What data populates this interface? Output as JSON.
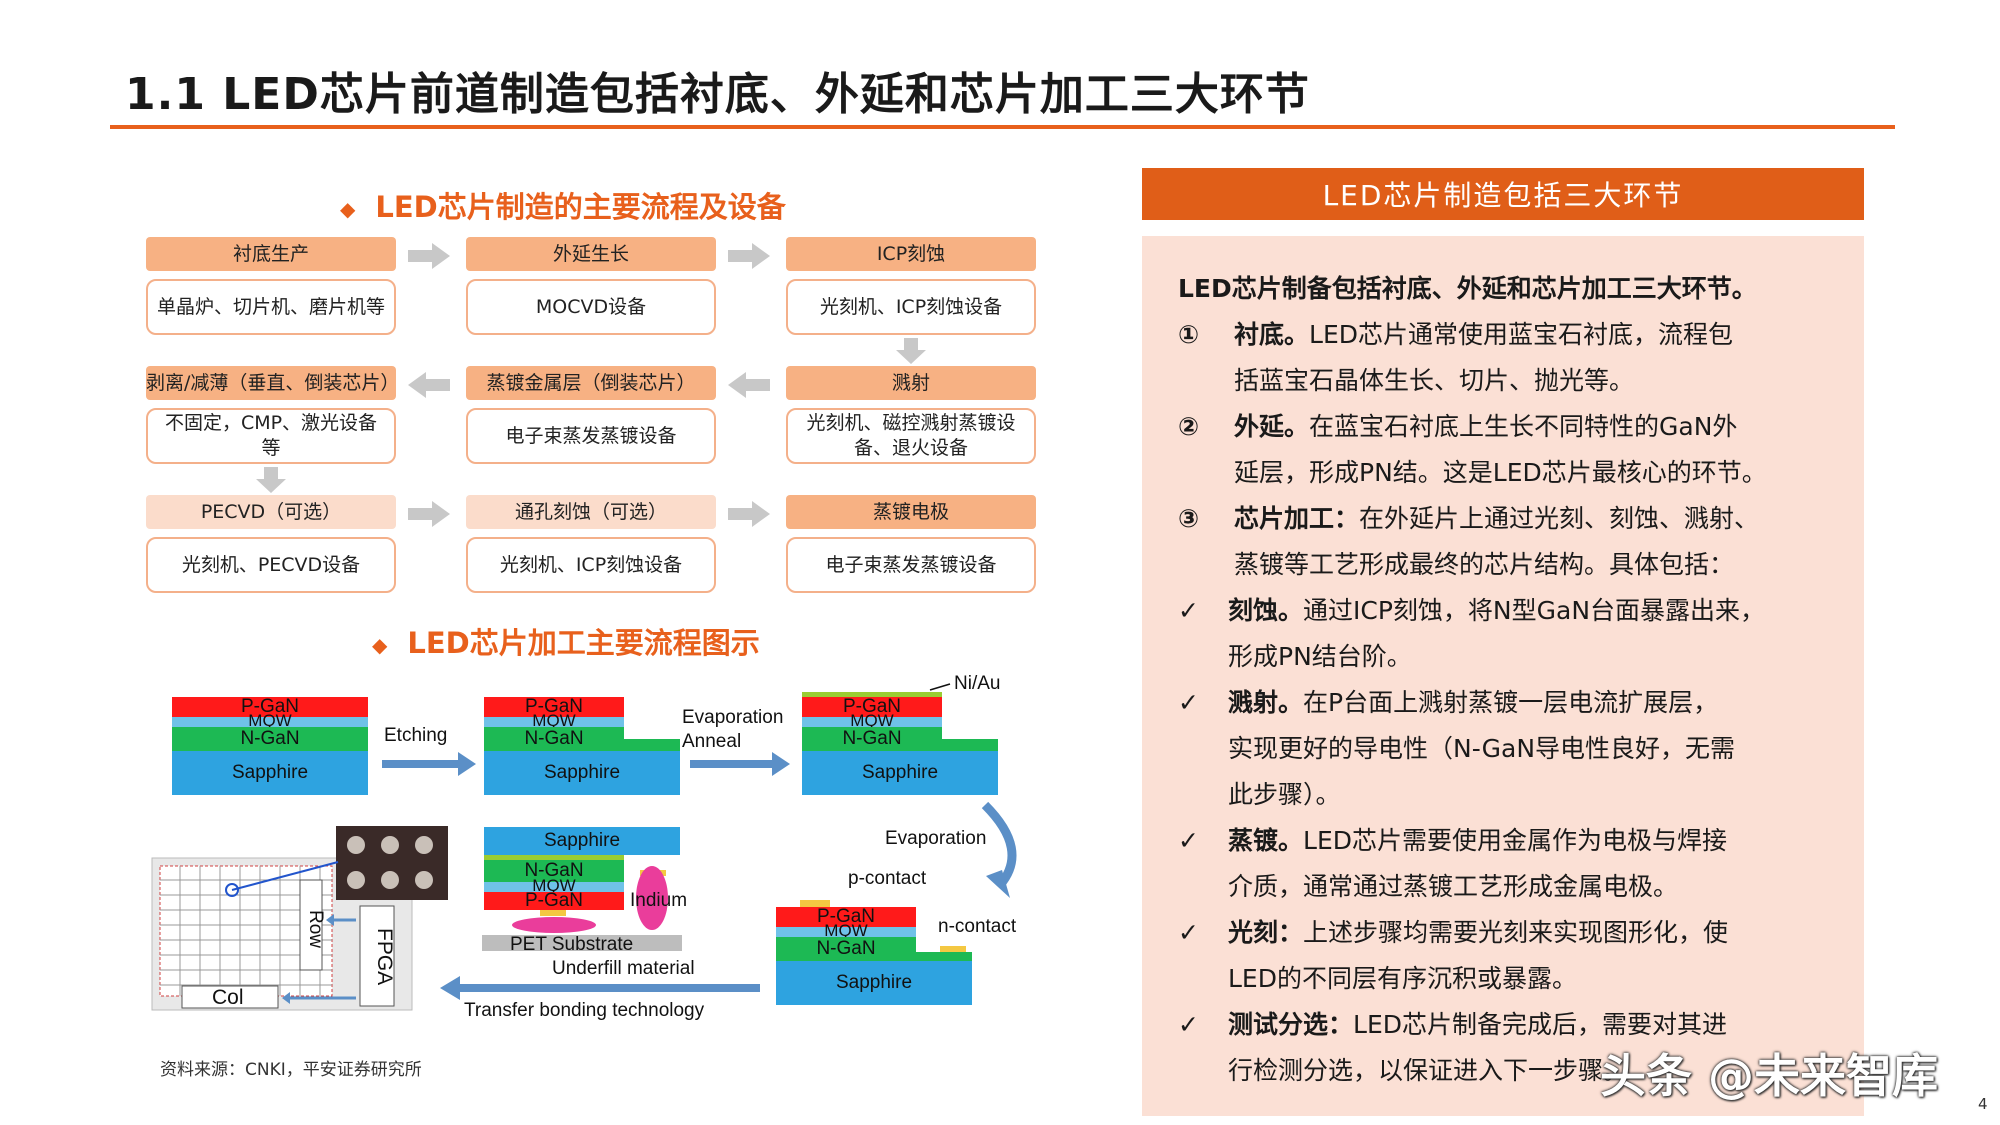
{
  "title": "1.1 LED芯片前道制造包括衬底、外延和芯片加工三大环节",
  "flow_section": {
    "heading": "LED芯片制造的主要流程及设备",
    "steps": [
      {
        "header": "衬底生产",
        "box": "单晶炉、切片机、磨片机等"
      },
      {
        "header": "外延生长",
        "box": "MOCVD设备"
      },
      {
        "header": "ICP刻蚀",
        "box": "光刻机、ICP刻蚀设备"
      },
      {
        "header": "剥离/减薄（垂直、倒装芯片）",
        "box": "不固定，CMP、激光设备等"
      },
      {
        "header": "蒸镀金属层（倒装芯片）",
        "box": "电子束蒸发蒸镀设备"
      },
      {
        "header": "溅射",
        "box": "光刻机、磁控溅射蒸镀设备、退火设备"
      },
      {
        "header": "PECVD（可选）",
        "box": "光刻机、PECVD设备"
      },
      {
        "header": "通孔刻蚀（可选）",
        "box": "光刻机、ICP刻蚀设备"
      },
      {
        "header": "蒸镀电极",
        "box": "电子束蒸发蒸镀设备"
      }
    ]
  },
  "process_section": {
    "heading": "LED芯片加工主要流程图示",
    "layers": {
      "pgan": "P-GaN",
      "mqw": "MQW",
      "ngan": "N-GaN",
      "sapphire": "Sapphire"
    },
    "labels": {
      "etching": "Etching",
      "evaporation_anneal_1": "Evaporation",
      "evaporation_anneal_2": "Anneal",
      "niau": "Ni/Au",
      "evaporation": "Evaporation",
      "p_contact": "p-contact",
      "n_contact": "n-contact",
      "indium": "Indium",
      "pet": "PET Substrate",
      "underfill": "Underfill material",
      "transfer": "Transfer bonding technology",
      "row": "Row",
      "col": "Col",
      "fpga": "FPGA"
    }
  },
  "panel": {
    "header": "LED芯片制造包括三大环节",
    "intro": "LED芯片制备包括衬底、外延和芯片加工三大环节。",
    "items": [
      {
        "num": "①",
        "lead": "衬底。",
        "lines": [
          "LED芯片通常使用蓝宝石衬底，流程包",
          "括蓝宝石晶体生长、切片、抛光等。"
        ]
      },
      {
        "num": "②",
        "lead": "外延。",
        "lines": [
          "在蓝宝石衬底上生长不同特性的GaN外",
          "延层，形成PN结。这是LED芯片最核心的环节。"
        ]
      },
      {
        "num": "③",
        "lead": "芯片加工：",
        "lines": [
          "在外延片上通过光刻、刻蚀、溅射、",
          "蒸镀等工艺形成最终的芯片结构。具体包括："
        ]
      }
    ],
    "bullets": [
      {
        "mark": "✓",
        "lead": "刻蚀。",
        "lines": [
          "通过ICP刻蚀，将N型GaN台面暴露出来，",
          "形成PN结台阶。"
        ]
      },
      {
        "mark": "✓",
        "lead": "溅射。",
        "lines": [
          "在P台面上溅射蒸镀一层电流扩展层，",
          "实现更好的导电性（N-GaN导电性良好，无需",
          "此步骤）。"
        ]
      },
      {
        "mark": "✓",
        "lead": "蒸镀。",
        "lines": [
          "LED芯片需要使用金属作为电极与焊接",
          "介质，通常通过蒸镀工艺形成金属电极。"
        ]
      },
      {
        "mark": "✓",
        "lead": "光刻：",
        "lines": [
          "上述步骤均需要光刻来实现图形化，使",
          "LED的不同层有序沉积或暴露。"
        ]
      },
      {
        "mark": "✓",
        "lead": "测试分选：",
        "lines": [
          "LED芯片制备完成后，需要对其进",
          "行检测分选，以保证进入下一步骤。"
        ]
      }
    ]
  },
  "source": "资料来源：CNKI，平安证券研究所",
  "page_number": "4",
  "watermark": "头条 @未来智库",
  "colors": {
    "accent": "#e8601c",
    "panel_bg": "#fbe0d5",
    "step_header": "#f7b183"
  }
}
